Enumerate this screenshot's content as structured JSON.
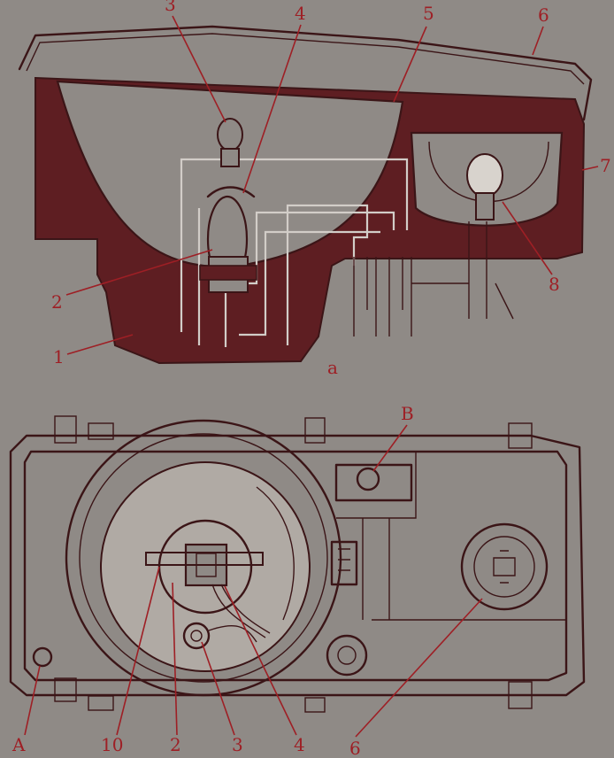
{
  "figure": {
    "top_view_caption": "a",
    "top_labels": [
      "1",
      "2",
      "3",
      "4",
      "5",
      "6",
      "7",
      "8"
    ],
    "bottom_labels": [
      "A",
      "10",
      "2",
      "3",
      "4",
      "6",
      "B"
    ]
  },
  "colors": {
    "background": "#8f8a86",
    "housing": "#5e1e22",
    "ink": "#3b1517",
    "label": "#9e1f25"
  }
}
